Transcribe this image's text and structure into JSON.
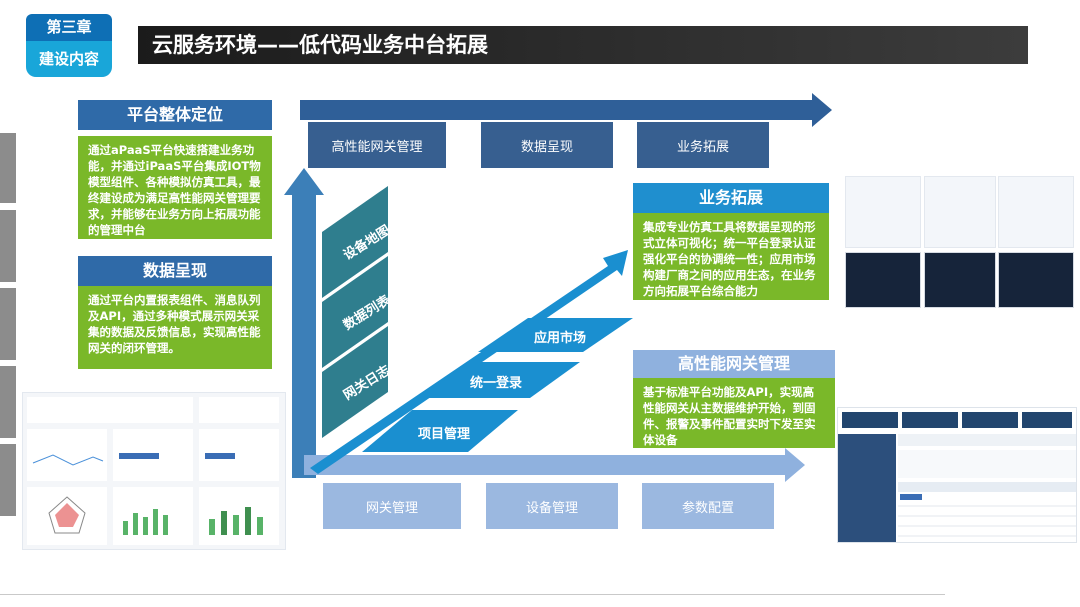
{
  "chapter": {
    "number": "第三章",
    "name": "建设内容"
  },
  "title": "云服务环境——低代码业务中台拓展",
  "platform": {
    "header": "平台整体定位",
    "text": "通过aPaaS平台快速搭建业务功能，并通过iPaaS平台集成IOT物模型组件、各种模拟仿真工具，最终建设成为满足高性能网关管理要求，并能够在业务方向上拓展功能的管理中台"
  },
  "data_present": {
    "header": "数据呈现",
    "text": "通过平台内置报表组件、消息队列及API，通过多种模式展示网关采集的数据及反馈信息，实现高性能网关的闭环管理。"
  },
  "business": {
    "header": "业务拓展",
    "text": "集成专业仿真工具将数据呈现的形式立体可视化；统一平台登录认证强化平台的协调统一性；应用市场构建厂商之间的应用生态，在业务方向拓展平台综合能力"
  },
  "gateway": {
    "header": "高性能网关管理",
    "text": "基于标准平台功能及API，实现高性能网关从主数据维护开始，到固件、报警及事件配置实时下发至实体设备"
  },
  "top_boxes": [
    "高性能网关管理",
    "数据呈现",
    "业务拓展"
  ],
  "bottom_boxes": [
    "网关管理",
    "设备管理",
    "参数配置"
  ],
  "vertical_items": [
    "设备地图",
    "数据列表",
    "网关日志"
  ],
  "diagonal_items": [
    "应用市场",
    "统一登录",
    "项目管理"
  ],
  "colors": {
    "title_bar": "#2b2b2b",
    "accent_blue": "#2f6aa8",
    "green": "#7ab829",
    "light_blue": "#9bb8e0"
  }
}
